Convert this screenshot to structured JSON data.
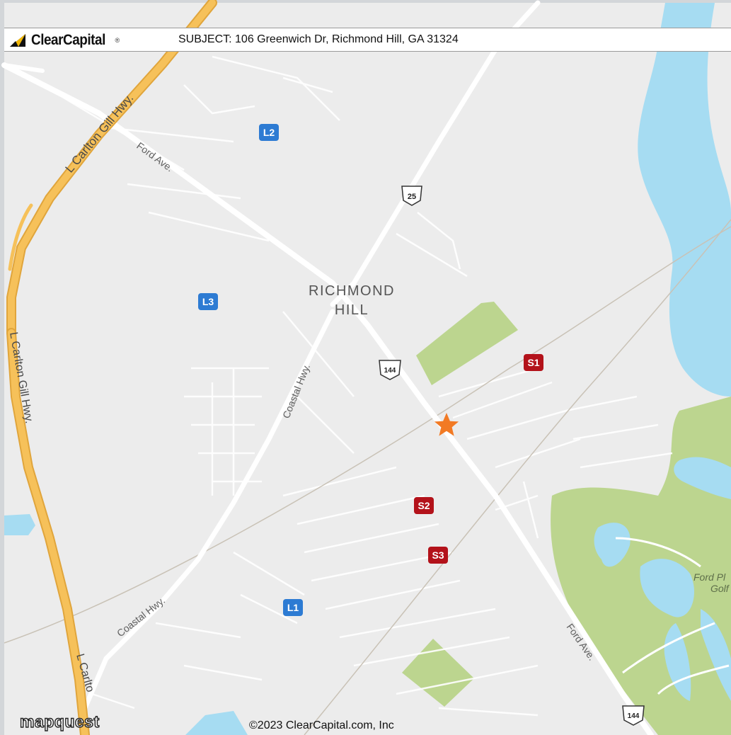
{
  "header": {
    "brand": "ClearCapital",
    "brand_mark": "®",
    "subject": "SUBJECT: 106 Greenwich Dr, Richmond Hill, GA 31324"
  },
  "map": {
    "place_label_line1": "RICHMOND",
    "place_label_line2": "HILL",
    "roads": {
      "carlton_gill_top": "L Carlton Gill Hwy.",
      "carlton_gill_left": "L Carlton Gill Hwy.",
      "carlton_gill_bottom": "L Carlto",
      "ford_ave_top": "Ford Ave.",
      "ford_ave_bottom": "Ford Ave.",
      "coastal_hwy_mid": "Coastal Hwy.",
      "coastal_hwy_low": "Coastal Hwy."
    },
    "route_shields": [
      "25",
      "144",
      "144"
    ],
    "golf_label_1": "Ford Pl",
    "golf_label_2": "Golf",
    "markers": {
      "sales": [
        "S1",
        "S2",
        "S3"
      ],
      "listings": [
        "L1",
        "L2",
        "L3"
      ]
    },
    "colors": {
      "sale_marker": "#b3121a",
      "listing_marker": "#2d7bd3",
      "subject_star": "#f27a24",
      "water": "#a6dcf2",
      "park": "#bcd58f",
      "highway": "#f6c15a"
    }
  },
  "footer": {
    "provider": "mapquest",
    "copyright": "©2023 ClearCapital.com, Inc"
  }
}
